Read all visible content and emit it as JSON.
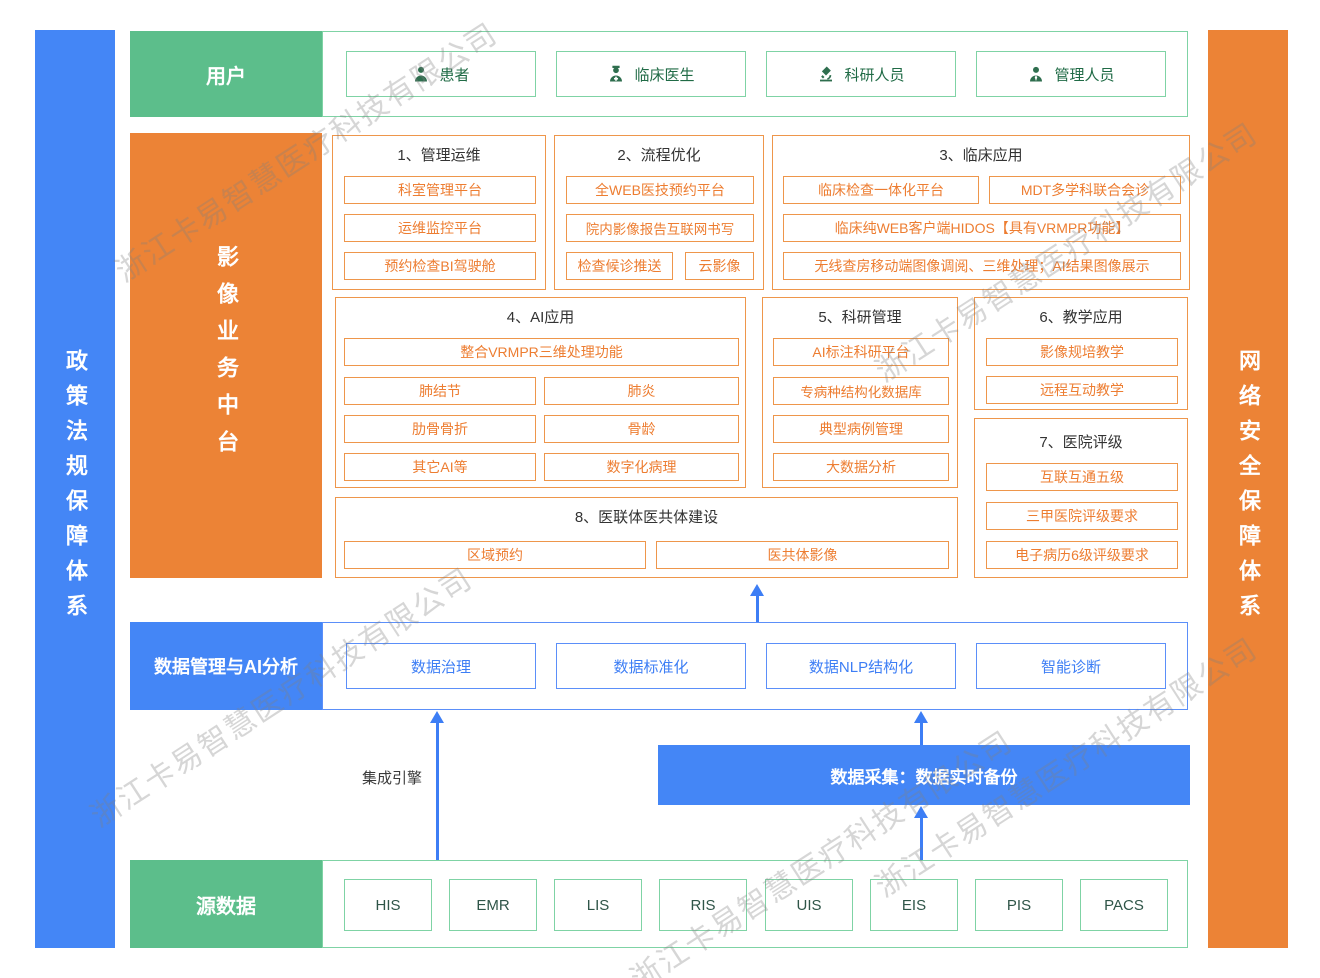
{
  "watermark": "浙江卡易智慧医疗科技有限公司",
  "colors": {
    "green": "#5CBE8B",
    "green_border": "#7FD3A5",
    "green_text": "#206B46",
    "orange": "#EC8336",
    "orange_border": "#EE964B",
    "orange_text": "#ED7D31",
    "blue": "#4486F6",
    "blue_border": "#5B8FF9",
    "blue_text": "#3D7EF5",
    "title_text": "#333333"
  },
  "left_bar": {
    "label": "政策法规保障体系"
  },
  "right_bar": {
    "label": "网络安全保障体系"
  },
  "user_row": {
    "label": "用户",
    "items": [
      {
        "label": "患者",
        "icon": "patient-icon"
      },
      {
        "label": "临床医生",
        "icon": "doctor-icon"
      },
      {
        "label": "科研人员",
        "icon": "microscope-icon"
      },
      {
        "label": "管理人员",
        "icon": "manager-icon"
      }
    ]
  },
  "platform": {
    "label": "影像业务中台",
    "sections": [
      {
        "title": "1、管理运维",
        "items": [
          "科室管理平台",
          "运维监控平台",
          "预约检查BI驾驶舱"
        ]
      },
      {
        "title": "2、流程优化",
        "items": [
          "全WEB医技预约平台",
          "院内影像报告互联网书写",
          "检查候诊推送",
          "云影像"
        ]
      },
      {
        "title": "3、临床应用",
        "items": [
          "临床检查一体化平台",
          "MDT多学科联合会诊",
          "临床纯WEB客户端HIDOS【具有VRMPR功能】",
          "无线查房移动端图像调阅、三维处理；AI结果图像展示"
        ]
      },
      {
        "title": "4、AI应用",
        "items": [
          "整合VRMPR三维处理功能",
          "肺结节",
          "肺炎",
          "肋骨骨折",
          "骨龄",
          "其它AI等",
          "数字化病理"
        ]
      },
      {
        "title": "5、科研管理",
        "items": [
          "AI标注科研平台",
          "专病种结构化数据库",
          "典型病例管理",
          "大数据分析"
        ]
      },
      {
        "title": "6、教学应用",
        "items": [
          "影像规培教学",
          "远程互动教学"
        ]
      },
      {
        "title": "7、医院评级",
        "items": [
          "互联互通五级",
          "三甲医院评级要求",
          "电子病历6级评级要求"
        ]
      },
      {
        "title": "8、医联体医共体建设",
        "items": [
          "区域预约",
          "医共体影像"
        ]
      }
    ]
  },
  "data_mgmt": {
    "label": "数据管理与AI分析",
    "items": [
      "数据治理",
      "数据标准化",
      "数据NLP结构化",
      "智能诊断"
    ]
  },
  "integration_engine": {
    "label": "集成引擎"
  },
  "data_collection": {
    "label": "数据采集：数据实时备份"
  },
  "source_row": {
    "label": "源数据",
    "items": [
      "HIS",
      "EMR",
      "LIS",
      "RIS",
      "UIS",
      "EIS",
      "PIS",
      "PACS"
    ]
  }
}
